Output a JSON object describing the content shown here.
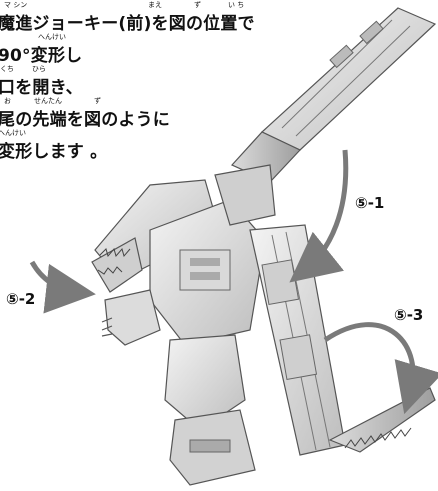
{
  "instructions": {
    "lines": [
      {
        "text": "魔進ジョーキー(前)を図の位置で",
        "ruby": [
          "マ シン",
          "まえ",
          "ず",
          "い ち"
        ]
      },
      {
        "text": "90°変形し",
        "ruby": [
          "へんけい"
        ]
      },
      {
        "text": "口を開き、",
        "ruby": [
          "くち",
          "ひら"
        ]
      },
      {
        "text": "尾の先端を図のように",
        "ruby": [
          "お",
          "せんたん",
          "ず"
        ]
      },
      {
        "text": "変形します 。",
        "ruby": [
          "へんけい"
        ]
      }
    ]
  },
  "steps": {
    "s1": "⑤-1",
    "s2": "⑤-2",
    "s3": "⑤-3"
  },
  "colors": {
    "ink": "#111111",
    "toy_light": "#e9e9e9",
    "toy_mid": "#c8c8c8",
    "toy_dark": "#8a8a8a",
    "arrow": "#7a7a7a"
  }
}
